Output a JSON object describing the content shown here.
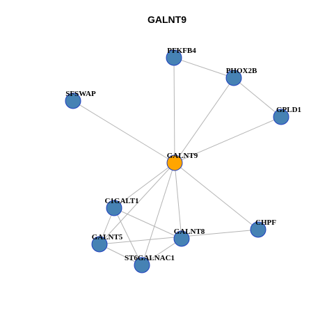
{
  "title": "GALNT9",
  "colors": {
    "center_fill": "#FFA500",
    "node_fill": "#4682B4",
    "node_stroke": "#1f3fbf",
    "edge": "#b4b4b4"
  },
  "network": {
    "nodes": [
      {
        "id": "GALNT9",
        "label": "GALNT9",
        "center": true
      },
      {
        "id": "PFKFB4",
        "label": "PFKFB4"
      },
      {
        "id": "PHOX2B",
        "label": "PHOX2B"
      },
      {
        "id": "SFSWAP",
        "label": "SFSWAP"
      },
      {
        "id": "GPLD1",
        "label": "GPLD1"
      },
      {
        "id": "C1GALT1",
        "label": "C1GALT1"
      },
      {
        "id": "CHPF",
        "label": "CHPF"
      },
      {
        "id": "GALNT8",
        "label": "GALNT8"
      },
      {
        "id": "GALNT5",
        "label": "GALNT5"
      },
      {
        "id": "ST6GALNAC1",
        "label": "ST6GALNAC1"
      }
    ],
    "edges": [
      [
        "PFKFB4",
        "PHOX2B"
      ],
      [
        "PFKFB4",
        "GALNT9"
      ],
      [
        "PHOX2B",
        "GPLD1"
      ],
      [
        "PHOX2B",
        "GALNT9"
      ],
      [
        "SFSWAP",
        "GALNT9"
      ],
      [
        "GPLD1",
        "GALNT9"
      ],
      [
        "GALNT9",
        "C1GALT1"
      ],
      [
        "GALNT9",
        "GALNT5"
      ],
      [
        "GALNT9",
        "GALNT8"
      ],
      [
        "GALNT9",
        "CHPF"
      ],
      [
        "GALNT9",
        "ST6GALNAC1"
      ],
      [
        "C1GALT1",
        "GALNT5"
      ],
      [
        "C1GALT1",
        "GALNT8"
      ],
      [
        "C1GALT1",
        "ST6GALNAC1"
      ],
      [
        "GALNT5",
        "ST6GALNAC1"
      ],
      [
        "GALNT5",
        "CHPF"
      ],
      [
        "GALNT8",
        "ST6GALNAC1"
      ]
    ]
  }
}
